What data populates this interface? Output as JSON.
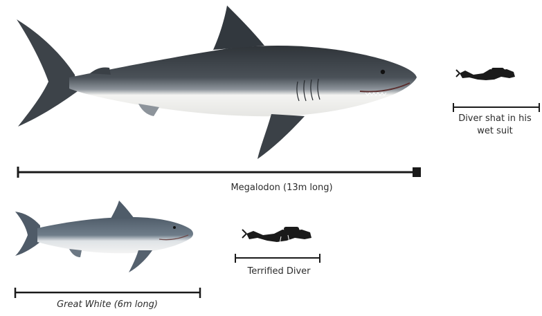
{
  "labels": {
    "megalodon": "Megalodon (13m long)",
    "great_white": "Great White (6m long)",
    "terrified_diver": "Terrified Diver",
    "diver_suit": "Diver shat in his wet suit"
  },
  "colors": {
    "shark_dark": "#3b4046",
    "shark_mid": "#6f7780",
    "shark_belly": "#f2f2f0",
    "great_white_dark": "#5d6a78",
    "scale_bar": "#1a1a1a",
    "label_text": "#2b2b2b"
  },
  "icons": {
    "megalodon": "megalodon-shark-illustration",
    "great_white": "great-white-shark-illustration",
    "diver": "scuba-diver-silhouette"
  }
}
